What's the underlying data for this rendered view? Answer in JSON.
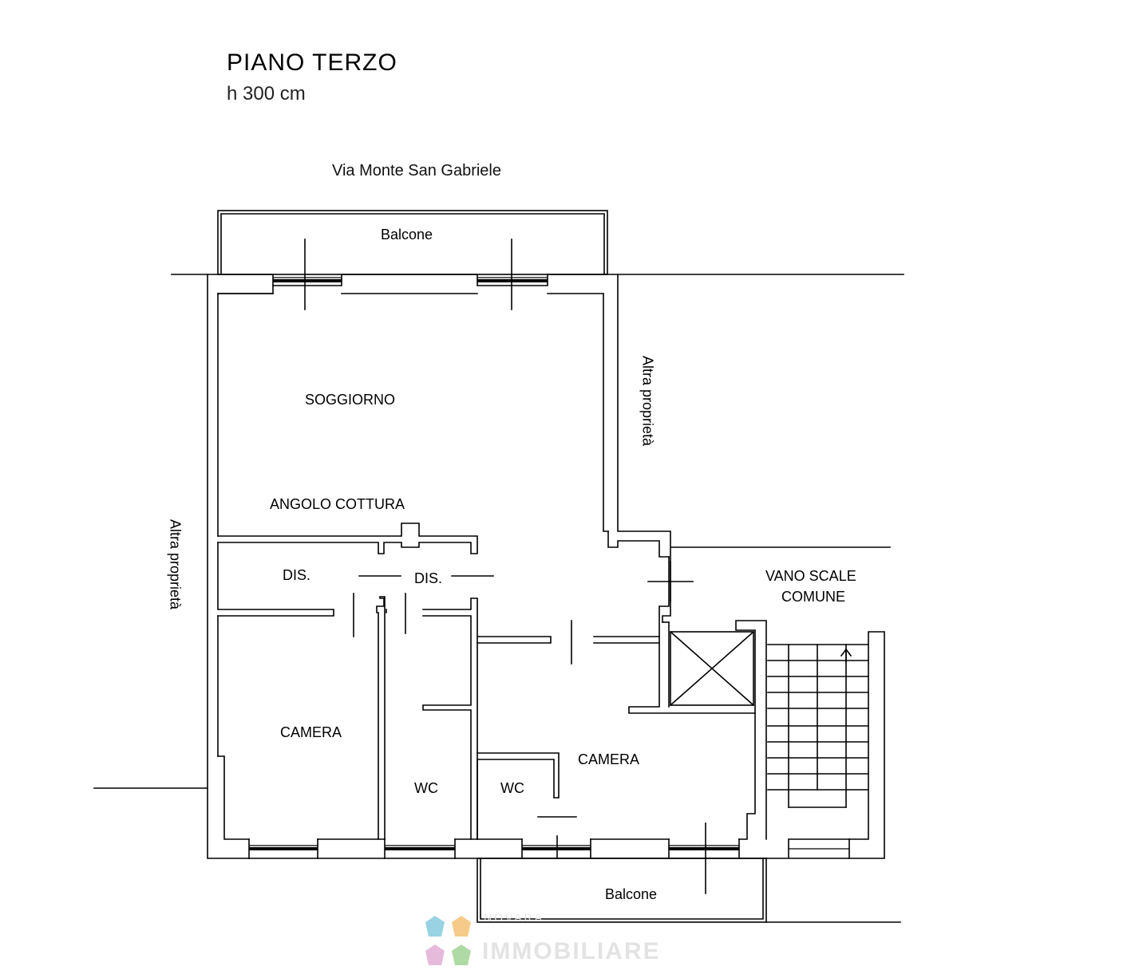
{
  "header": {
    "title": "PIANO  TERZO",
    "height_label": "h 300 cm"
  },
  "street": "Via Monte San Gabriele",
  "balcony_top": "Balcone",
  "balcony_bottom": "Balcone",
  "neighbors": {
    "left": "Altra proprietà",
    "right": "Altra proprietà"
  },
  "rooms": {
    "soggiorno": "SOGGIORNO",
    "angolo_cottura": "ANGOLO COTTURA",
    "dis_left": "DIS.",
    "dis_center": "DIS.",
    "camera_left": "CAMERA",
    "camera_right": "CAMERA",
    "wc_1": "WC",
    "wc_2": "WC"
  },
  "stairs": {
    "line1": "VANO SCALE",
    "line2": "COMUNE"
  },
  "watermark": {
    "line1": "NOVARA",
    "line2": "IMMOBILIARE",
    "colors": [
      "#8ecfe0",
      "#f6c57c",
      "#e4b3d6",
      "#a7d79c"
    ]
  }
}
